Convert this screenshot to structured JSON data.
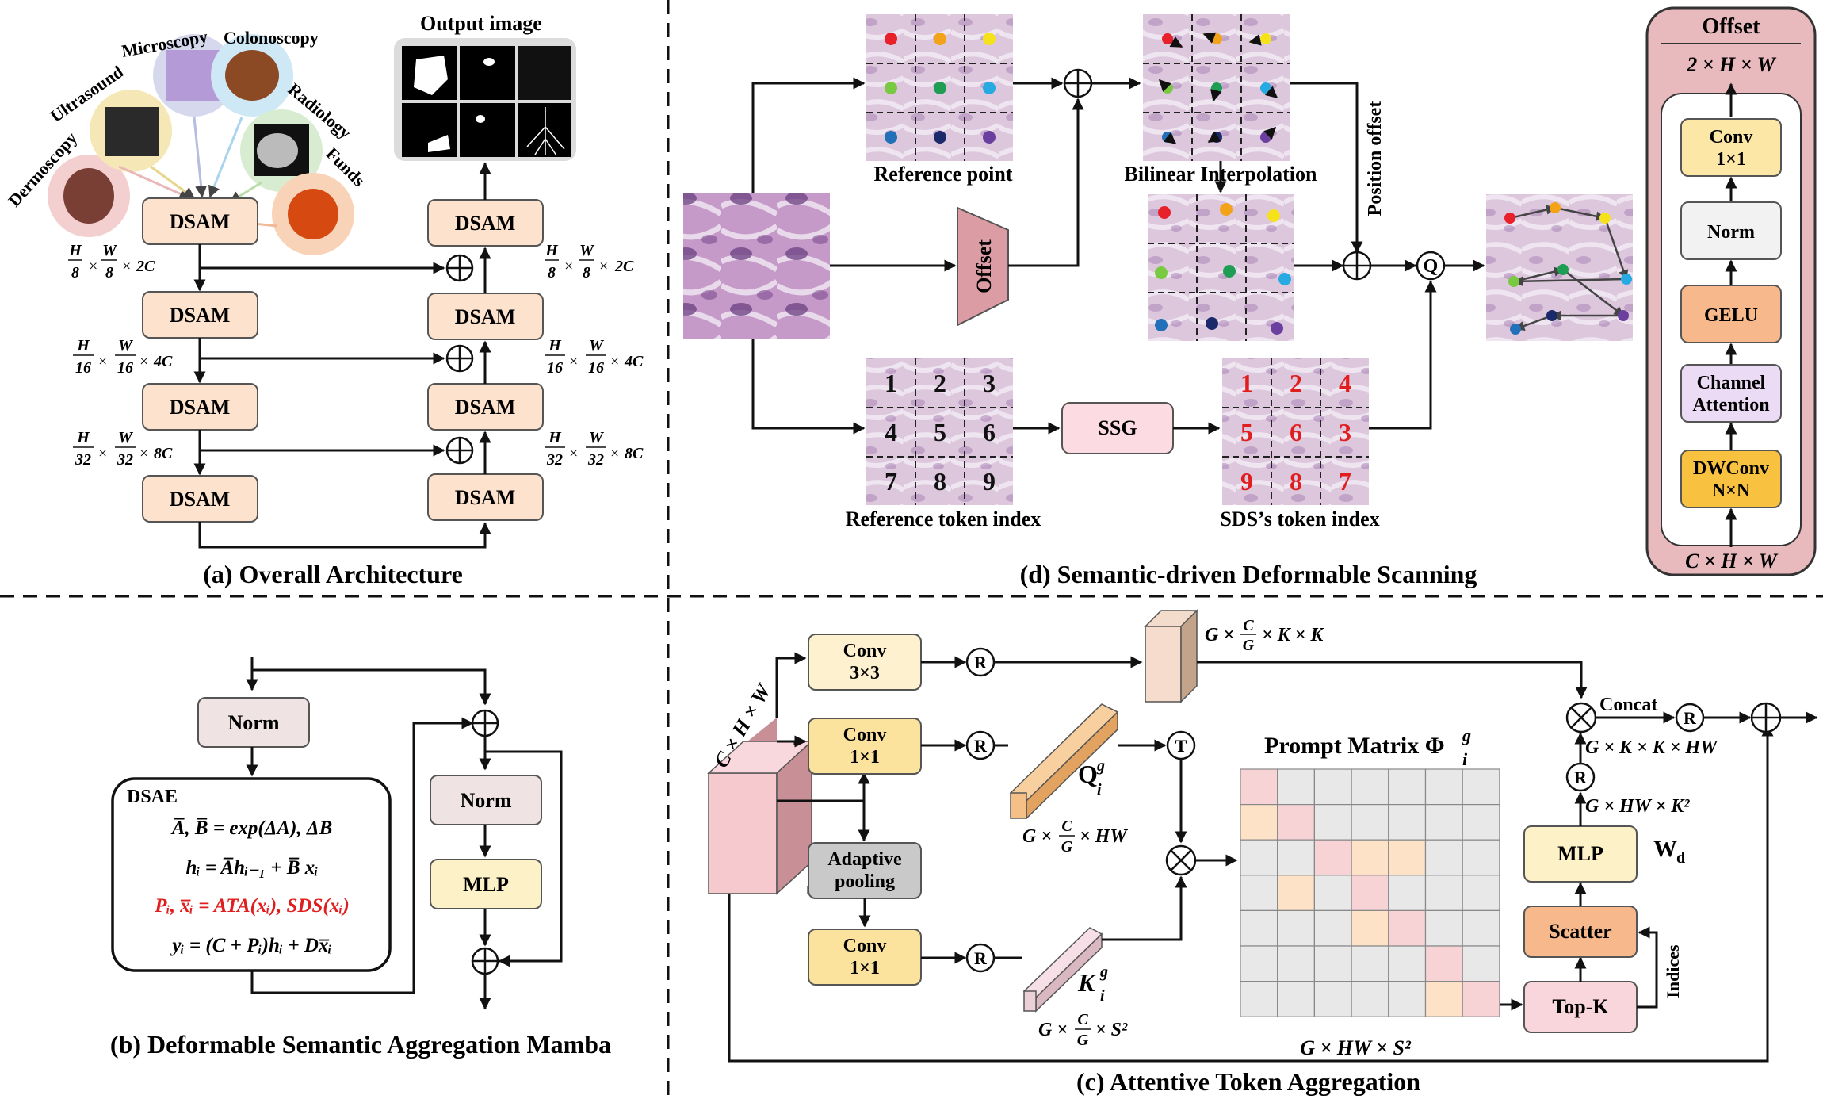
{
  "panels": {
    "a": "(a) Overall Architecture",
    "b": "(b) Deformable Semantic Aggregation Mamba",
    "c": "(c) Attentive Token Aggregation",
    "d": "(d) Semantic-driven Deformable Scanning"
  },
  "arch": {
    "block": "DSAM",
    "output_label": "Output image",
    "modalities": [
      "Dermoscopy",
      "Ultrasound",
      "Microscopy",
      "Colonoscopy",
      "Radiology",
      "Funds"
    ],
    "dims": [
      {
        "h": "H",
        "hd": "8",
        "w": "W",
        "wd": "8",
        "c": "2C"
      },
      {
        "h": "H",
        "hd": "16",
        "w": "W",
        "wd": "16",
        "c": "4C"
      },
      {
        "h": "H",
        "hd": "32",
        "w": "W",
        "wd": "32",
        "c": "8C"
      }
    ]
  },
  "dsam": {
    "norm": "Norm",
    "dsae": "DSAE",
    "mlp": "MLP",
    "eq1": "A̅, B̅ = exp(ΔA), ΔB",
    "eq2": "hᵢ = A̅hᵢ₋₁ + B̅ xᵢ",
    "eq3": "Pᵢ, x̅ᵢ = ATA(xᵢ), SDS(xᵢ)",
    "eq4": "yᵢ = (C + Pᵢ)hᵢ + Dx̅ᵢ"
  },
  "scan": {
    "offset": "Offset",
    "reference_point": "Reference point",
    "bilinear": "Bilinear Interpolation",
    "position_offset": "Position offset",
    "ssg": "SSG",
    "reference_index_label": "Reference token index",
    "sds_index_label": "SDS’s token index",
    "reference_index": [
      "1",
      "2",
      "3",
      "4",
      "5",
      "6",
      "7",
      "8",
      "9"
    ],
    "sds_index": [
      "1",
      "2",
      "4",
      "5",
      "6",
      "3",
      "9",
      "8",
      "7"
    ],
    "q": "Q",
    "dot_colors": [
      "#e8202a",
      "#f2a31a",
      "#f5e21b",
      "#7ac943",
      "#1f9d55",
      "#27a9e1",
      "#2170b8",
      "#1b2a6b",
      "#6a3fa0"
    ]
  },
  "offset_net": {
    "title": "Offset",
    "top": "2 × H × W",
    "bottom": "C × H × W",
    "layers": [
      "Conv\n1×1",
      "Norm",
      "GELU",
      "Channel\nAttention",
      "DWConv\nN×N"
    ]
  },
  "ata": {
    "input": "C × H × W",
    "conv3": "Conv\n3×3",
    "conv1a": "Conv\n1×1",
    "conv1b": "Conv\n1×1",
    "pool": "Adaptive\npooling",
    "r": "R",
    "t": "T",
    "v_dim": "G × C/G × K × K",
    "q_label": "Q",
    "q_dim": "G × C/G × HW",
    "k_label": "K",
    "k_dim": "G × C/G × S²",
    "prompt": "Prompt Matrix Φ",
    "prompt_dim": "G × HW × S²",
    "topk": "Top-K",
    "scatter": "Scatter",
    "mlp": "MLP",
    "wd": "W",
    "indices": "Indices",
    "concat": "Concat",
    "dim1": "G × HW × K²",
    "dim2": "G × K × K × HW"
  }
}
